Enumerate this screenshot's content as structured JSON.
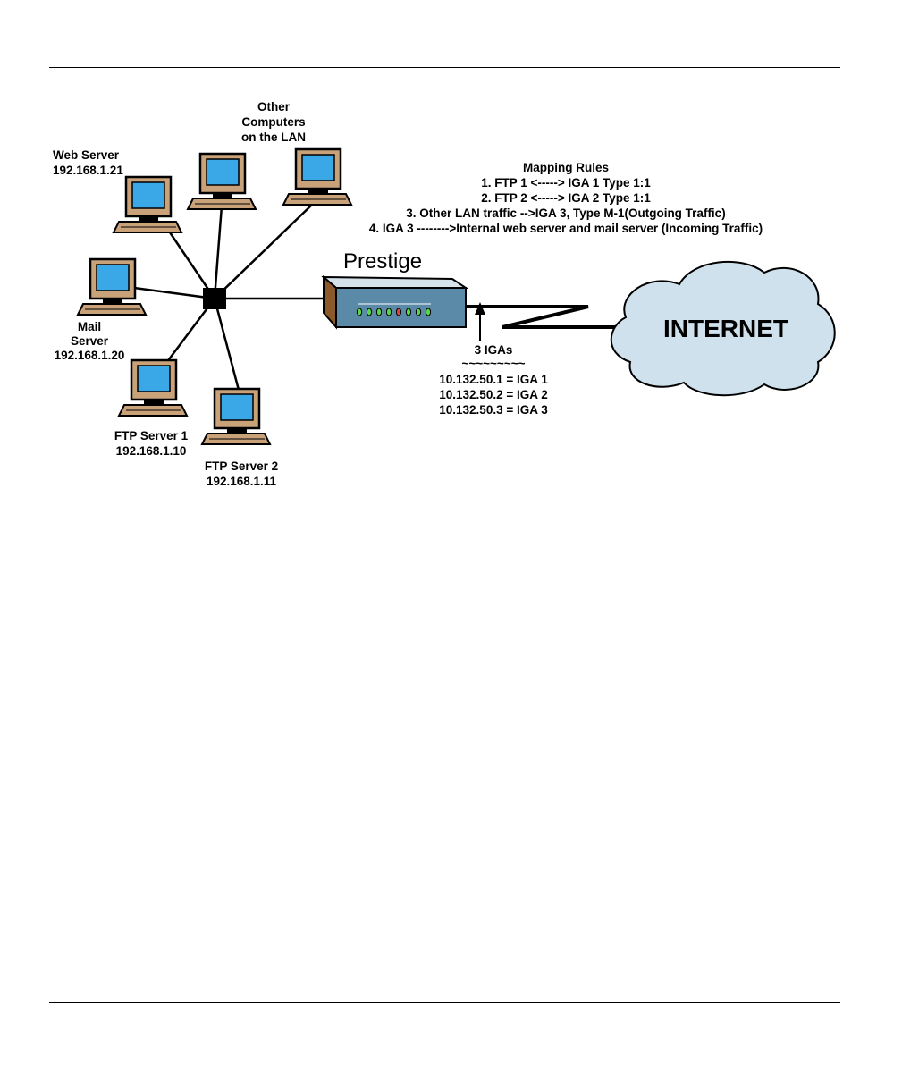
{
  "labels": {
    "other_computers": [
      "Other",
      "Computers",
      "on the LAN"
    ],
    "web_server": [
      "Web Server",
      "192.168.1.21"
    ],
    "mail_server": [
      "Mail",
      "Server",
      "192.168.1.20"
    ],
    "ftp_server_1": [
      "FTP Server 1",
      "192.168.1.10"
    ],
    "ftp_server_2": [
      "FTP Server 2",
      "192.168.1.11"
    ],
    "router": "Prestige",
    "internet": "INTERNET"
  },
  "mapping_rules": {
    "title": "Mapping Rules",
    "rules": [
      "1. FTP 1 <-----> IGA 1 Type 1:1",
      "2. FTP 2 <-----> IGA 2 Type 1:1",
      "3. Other LAN traffic -->IGA 3, Type M-1(Outgoing Traffic)",
      "4. IGA 3 -------->Internal web server and mail server (Incoming Traffic)"
    ]
  },
  "igas": {
    "title": "3 IGAs",
    "separator": "~~~~~~~~~",
    "entries": [
      "10.132.50.1 = IGA 1",
      "10.132.50.2 = IGA 2",
      "10.132.50.3 = IGA 3"
    ]
  },
  "colors": {
    "screen": "#3aa8e6",
    "monitor": "#c9a27a",
    "cloud": "#cfe1ec",
    "router_front": "#5b8aa8",
    "router_side": "#8b5a2b",
    "router_top": "#d6e2ea"
  }
}
